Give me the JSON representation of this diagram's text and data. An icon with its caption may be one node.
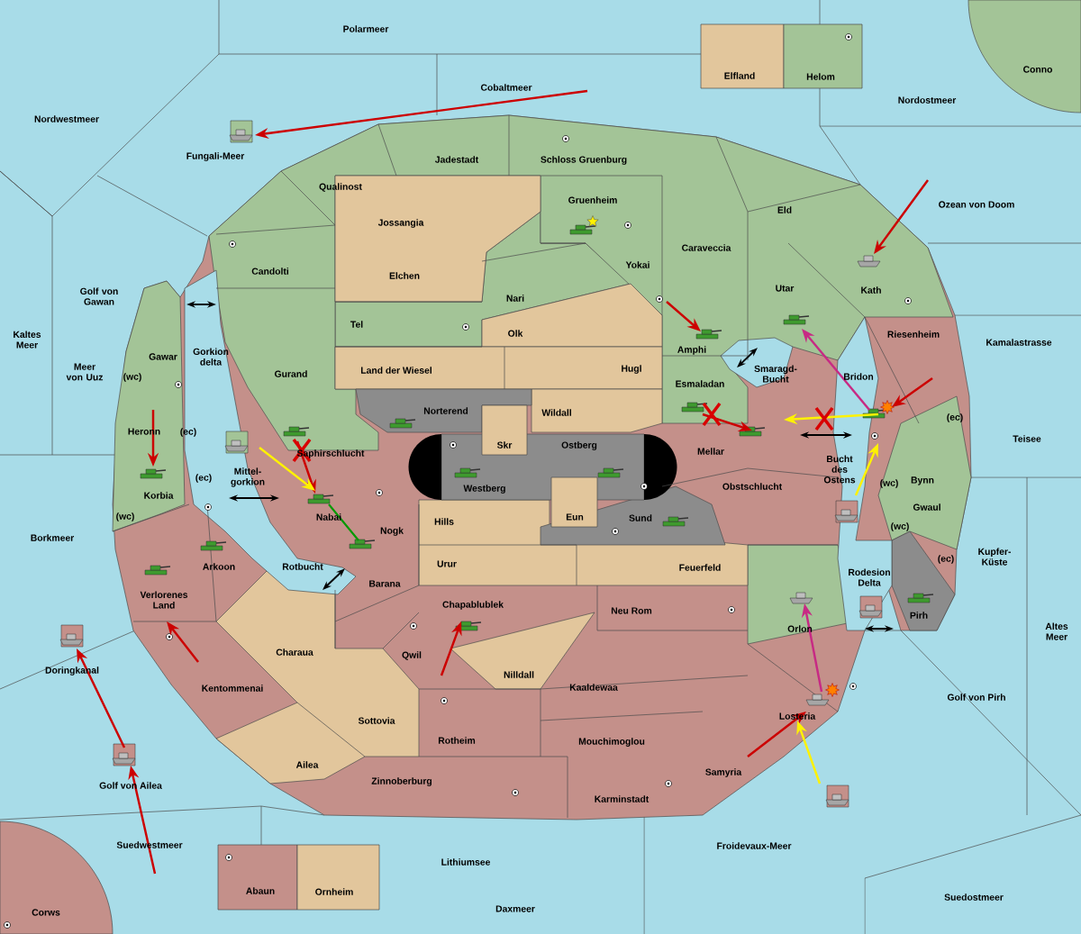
{
  "diagram": {
    "labels": [
      "Polarmeer",
      "Elfland",
      "Helom",
      "Conno",
      "Cobaltmeer",
      "Nordostmeer",
      "Nordwestmeer",
      "Jadestadt",
      "Schloss Gruenburg",
      "Fungali-Meer",
      "Qualinost",
      "Gruenheim",
      "Ozean von Doom",
      "Eld",
      "Jossangia",
      "Caraveccia",
      "Candolti",
      "Yokai",
      "Elchen",
      "Golf von Gawan",
      "Utar",
      "Kath",
      "Nari",
      "Tel",
      "Olk",
      "Kaltes Meer",
      "Riesenheim",
      "Kamalastrasse",
      "Amphi",
      "Gawar",
      "Gorkion delta",
      "Meer von Uuz",
      "(wc)",
      "Land der Wiesel",
      "Hugl",
      "Smaragd-Bucht",
      "Gurand",
      "Bridon",
      "Esmaladan",
      "Norterend",
      "Wildall",
      "(ec)",
      "Heronn",
      "(ec)",
      "Skr",
      "Ostberg",
      "Mellar",
      "Teisee",
      "Saphirschlucht",
      "Bucht des Ostens",
      "Mittel-gorkion",
      "(ec)",
      "Westberg",
      "Obstschlucht",
      "(wc)",
      "Bynn",
      "Korbia",
      "Gwaul",
      "(wc)",
      "Nabai",
      "Hills",
      "Eun",
      "Sund",
      "(wc)",
      "Borkmeer",
      "Nogk",
      "Arkoon",
      "Rotbucht",
      "Urur",
      "Feuerfeld",
      "(ec)",
      "Kupfer-Küste",
      "Rodesion Delta",
      "Barana",
      "Verlorenes Land",
      "Chapablublek",
      "Neu Rom",
      "Pirh",
      "Orlon",
      "Altes Meer",
      "Charaua",
      "Qwil",
      "Doringkanal",
      "Nilldall",
      "Kentommenai",
      "Kaaldewaa",
      "Golf von Pirh",
      "Losteria",
      "Sottovia",
      "Rotheim",
      "Mouchimoglou",
      "Ailea",
      "Samyria",
      "Golf von Ailea",
      "Zinnoberburg",
      "Karminstadt",
      "Suedwestmeer",
      "Froidevaux-Meer",
      "Lithiumsee",
      "Abaun",
      "Ornheim",
      "Suedostmeer",
      "Daxmeer",
      "Corws"
    ]
  }
}
